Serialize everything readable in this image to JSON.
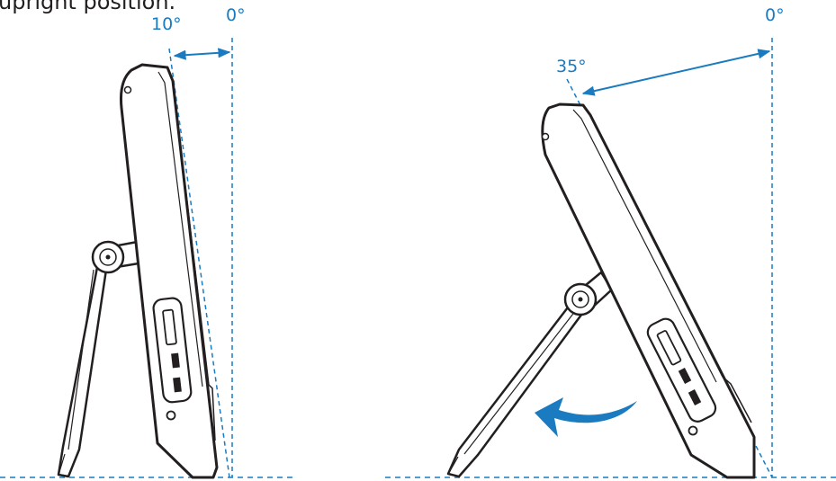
{
  "caption": "upright position.",
  "colors": {
    "accent": "#1a7bc0",
    "outline": "#231f20",
    "body_fill": "#ffffff"
  },
  "left_view": {
    "tilt_label": "10°",
    "vertical_label": "0°",
    "tilt_degrees": 10
  },
  "right_view": {
    "tilt_label": "35°",
    "vertical_label": "0°",
    "tilt_degrees": 35,
    "rotate_arrow_icon": "curved-arrow-left-icon"
  }
}
